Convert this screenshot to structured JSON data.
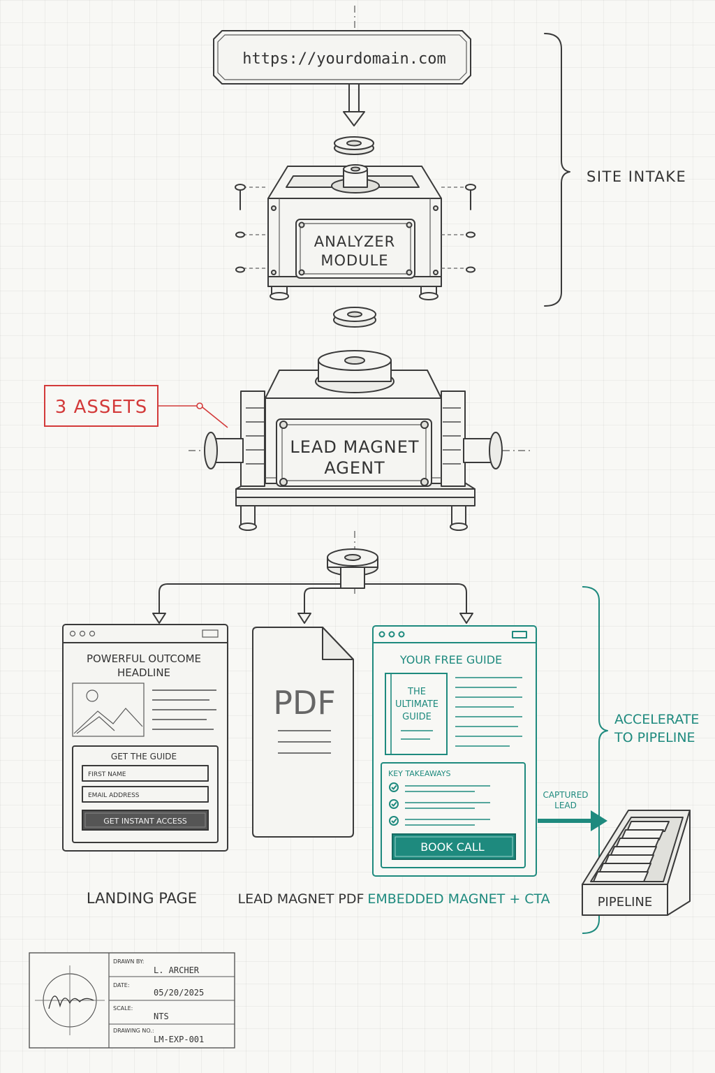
{
  "url_bar": {
    "url": "https://yourdomain.com"
  },
  "site_intake": {
    "label": "SITE INTAKE"
  },
  "analyzer": {
    "line1": "ANALYZER",
    "line2": "MODULE"
  },
  "assets_callout": {
    "label": "3 ASSETS"
  },
  "lead_agent": {
    "line1": "LEAD MAGNET",
    "line2": "AGENT"
  },
  "landing_page": {
    "headline_line1": "POWERFUL OUTCOME",
    "headline_line2": "HEADLINE",
    "form_title": "GET THE GUIDE",
    "first_name_placeholder": "FIRST NAME",
    "email_placeholder": "EMAIL ADDRESS",
    "button_label": "GET INSTANT ACCESS",
    "caption": "LANDING PAGE"
  },
  "pdf": {
    "icon_text": "PDF",
    "caption": "LEAD MAGNET PDF"
  },
  "embedded": {
    "title": "YOUR FREE GUIDE",
    "book_line1": "THE",
    "book_line2": "ULTIMATE",
    "book_line3": "GUIDE",
    "takeaways_title": "KEY TAKEAWAYS",
    "button_label": "BOOK CALL",
    "caption": "EMBEDDED MAGNET + CTA"
  },
  "captured": {
    "line1": "CAPTURED",
    "line2": "LEAD"
  },
  "accelerate": {
    "line1": "ACCELERATE",
    "line2": "TO PIPELINE"
  },
  "pipeline": {
    "label": "PIPELINE"
  },
  "title_block": {
    "drawn_by_label": "DRAWN BY:",
    "drawn_by": "L. ARCHER",
    "date_label": "DATE:",
    "date": "05/20/2025",
    "scale_label": "SCALE:",
    "scale": "NTS",
    "drawing_no_label": "DRAWING NO.:",
    "drawing_no": "LM-EXP-001"
  },
  "colors": {
    "teal": "#1e8a7e",
    "red": "#d33a3a",
    "ink": "#333333"
  }
}
